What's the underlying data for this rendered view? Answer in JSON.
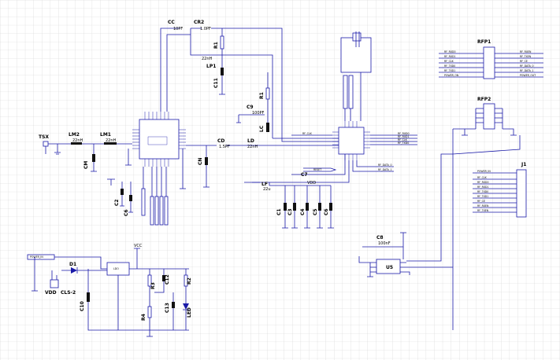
{
  "labels": {
    "tsx": "TSX",
    "lm2": "LM2",
    "lm2_val": "22nH",
    "lm1": "LM1",
    "lm1_val": "22nH",
    "cm": "CM",
    "c2": "C2",
    "c6": "C6",
    "cc": "CC",
    "cc_val": "10PF",
    "cr2": "CR2",
    "cr2_val": "1.0PF",
    "r1_top": "R1",
    "lp1": "LP1",
    "lp1_val": "22nH",
    "c11": "C11",
    "c9": "C9",
    "c9_val": "100PF",
    "r1": "R1",
    "lc": "LC",
    "cd": "CD",
    "cd_val": "1.5PF",
    "ld": "LD",
    "ld_val": "22nH",
    "cn": "CN",
    "c7": "C7",
    "lf": "LF",
    "lf_val": "22u",
    "c1": "C1",
    "c3": "C3",
    "c4": "C4",
    "c5": "C5",
    "c6b": "C6",
    "rfp1": "RFP1",
    "rfp2": "RFP2",
    "j1": "J1",
    "c8": "C8",
    "c8_val": "100nF",
    "u5": "U5",
    "d1": "D1",
    "vdd": "VDD",
    "cls": "CLS-2",
    "c10": "C10",
    "r3": "R3",
    "c12": "C12",
    "r2": "R2",
    "r4": "R4",
    "c13": "C13",
    "led": "LED",
    "vcc": "VCC",
    "power": "POWER_IN",
    "ldo": "LDO"
  },
  "rfp1_signals_left": [
    "RF_RXD0",
    "RF_RXD1",
    "RF_CLK",
    "RF_TXD0",
    "RF_TXD1",
    "POWER_ON"
  ],
  "rfp1_signals_right": [
    "RF_RXEN",
    "RF_TXEN",
    "RF_CE",
    "RF_DATA_0",
    "RF_DATA_1",
    "POWER_OUT"
  ],
  "j1_signals": [
    "POWER_IN",
    "RF_CLK",
    "RF_RXD0",
    "RF_RXD1",
    "RF_TXD0",
    "RF_TXD1",
    "RF_CE",
    "RF_RXEN",
    "RF_TXEN"
  ],
  "mcu_signals_right": [
    "RF_RXD0",
    "RF_RXD1",
    "RF_CLK",
    "RF_TXD0"
  ],
  "mcu_signals_bottom": [
    "RF_DATA_0",
    "RF_DATA_1"
  ],
  "net_labels": {
    "rf_clk": "RF_CLK",
    "reset": "RESET",
    "vdd_lab": "VDD"
  }
}
